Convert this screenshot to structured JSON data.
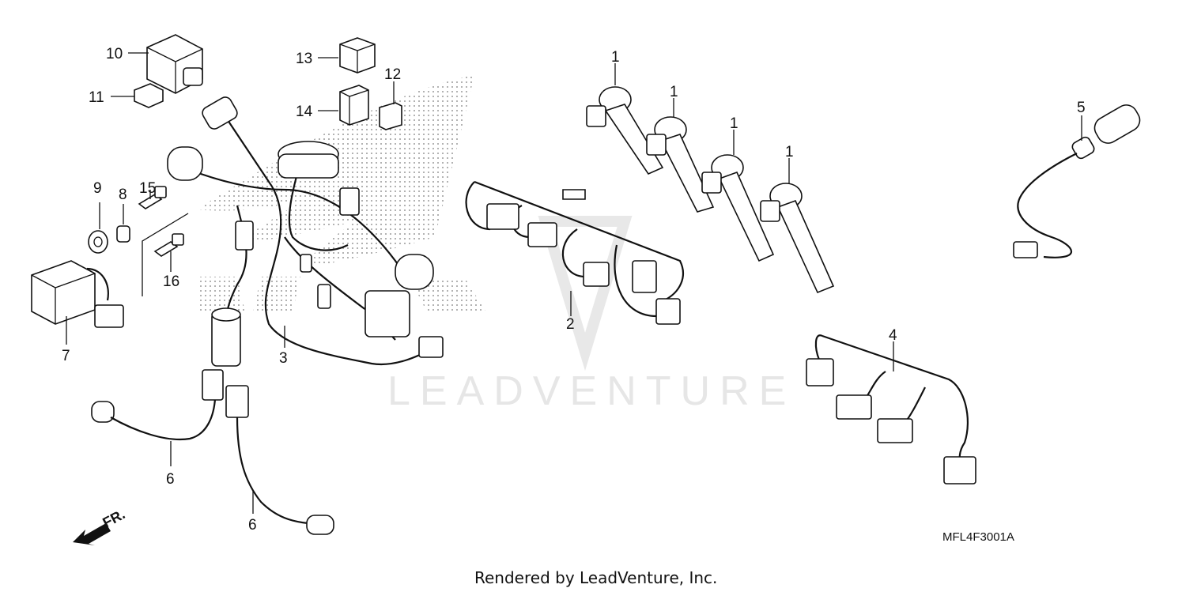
{
  "watermark": "LEADVENTURE",
  "diagram_code": "MFL4F3001A",
  "footer": "Rendered by LeadVenture, Inc.",
  "direction": {
    "label": "FR.",
    "icon": "front-direction-arrow-icon"
  },
  "callouts": {
    "c1a": "1",
    "c1b": "1",
    "c1c": "1",
    "c1d": "1",
    "c2": "2",
    "c3": "3",
    "c4": "4",
    "c5": "5",
    "c6a": "6",
    "c6b": "6",
    "c7": "7",
    "c8": "8",
    "c9": "9",
    "c10": "10",
    "c11": "11",
    "c12": "12",
    "c13": "13",
    "c14": "14",
    "c15": "15",
    "c16": "16"
  }
}
